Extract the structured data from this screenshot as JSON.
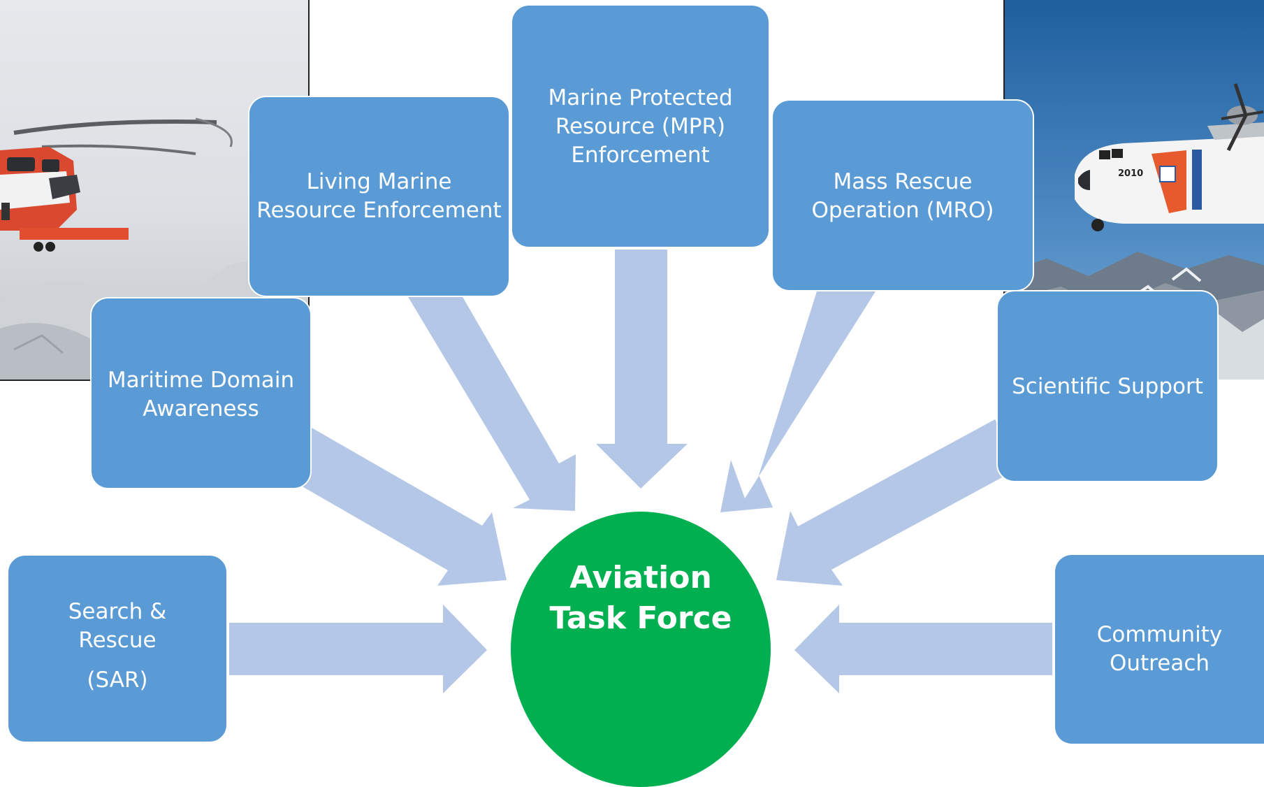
{
  "hub": {
    "lines": [
      "Aviation",
      "Task Force"
    ]
  },
  "nodes": {
    "search_rescue": {
      "lines": [
        "Search &",
        "Rescue",
        "(SAR)"
      ]
    },
    "maritime_domain": {
      "lines": [
        "Maritime Domain",
        "Awareness"
      ]
    },
    "living_marine": {
      "lines": [
        "Living Marine",
        "Resource Enforcement"
      ]
    },
    "marine_protected": {
      "lines": [
        "Marine Protected",
        "Resource (MPR)",
        "Enforcement"
      ]
    },
    "mass_rescue": {
      "lines": [
        "Mass Rescue",
        "Operation (MRO)"
      ]
    },
    "scientific_support": {
      "lines": [
        "Scientific Support"
      ]
    },
    "community_outreach": {
      "lines": [
        "Community",
        "Outreach"
      ]
    }
  },
  "colors": {
    "node": "#5b9bd5",
    "hub": "#00b050",
    "arrow": "#b4c7e7"
  },
  "images": {
    "left_photo": "helicopter-photo",
    "right_photo": "aircraft-photo"
  }
}
